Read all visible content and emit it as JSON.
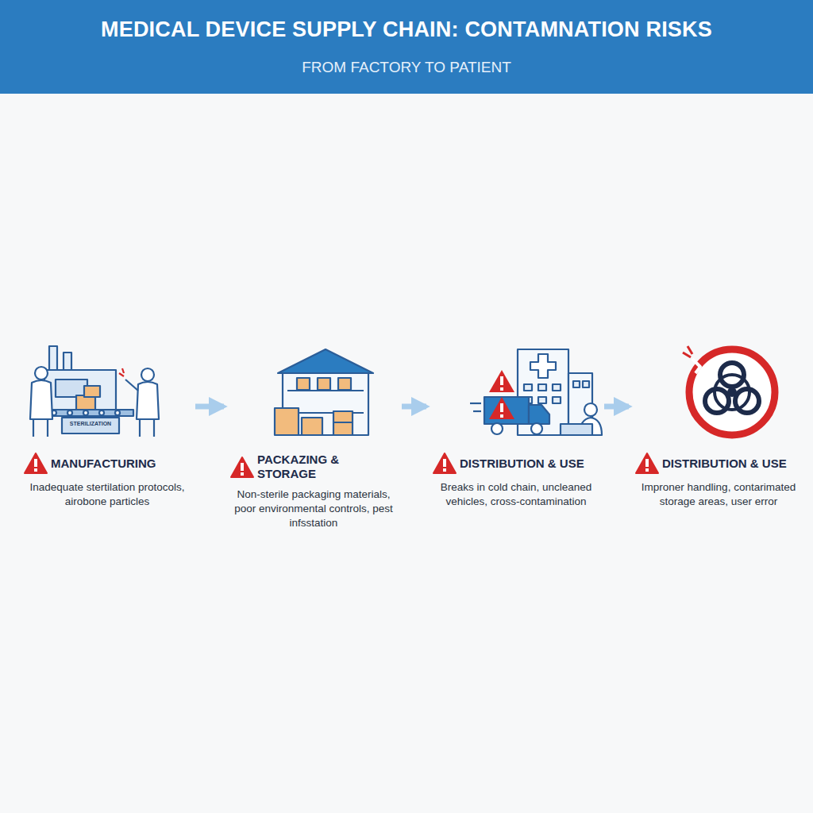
{
  "diagram": {
    "title": "MEDICAL DEVICE SUPPLY CHAIN: CONTAMNATION RISKS",
    "nodes": [
      {
        "text": [
          "MANUFACTURING",
          "Inadequate stertilation protocols, airobone particles"
        ]
      },
      {
        "text": [
          "PACKAZING & STORAGE",
          "Non-sterile packaging materials, poor environmental controls, pest infsstation"
        ]
      },
      {
        "text": [
          "DISTRIBUTION & USE",
          "Breaks in cold chain, uncleaned vehicles, cross-contamination"
        ]
      },
      {
        "text": [
          "DISTRIBUTION & USE",
          "Improner handling, contarimated storage areas, user error"
        ]
      }
    ],
    "edges": [
      {
        "from": 0,
        "to": 1,
        "arrow": "to"
      },
      {
        "from": 1,
        "to": 2,
        "arrow": "to"
      },
      {
        "from": 2,
        "to": 3,
        "arrow": "to"
      }
    ],
    "labels": [
      "FROM FACTORY TO PATIENT",
      "STERILIZATION"
    ]
  }
}
